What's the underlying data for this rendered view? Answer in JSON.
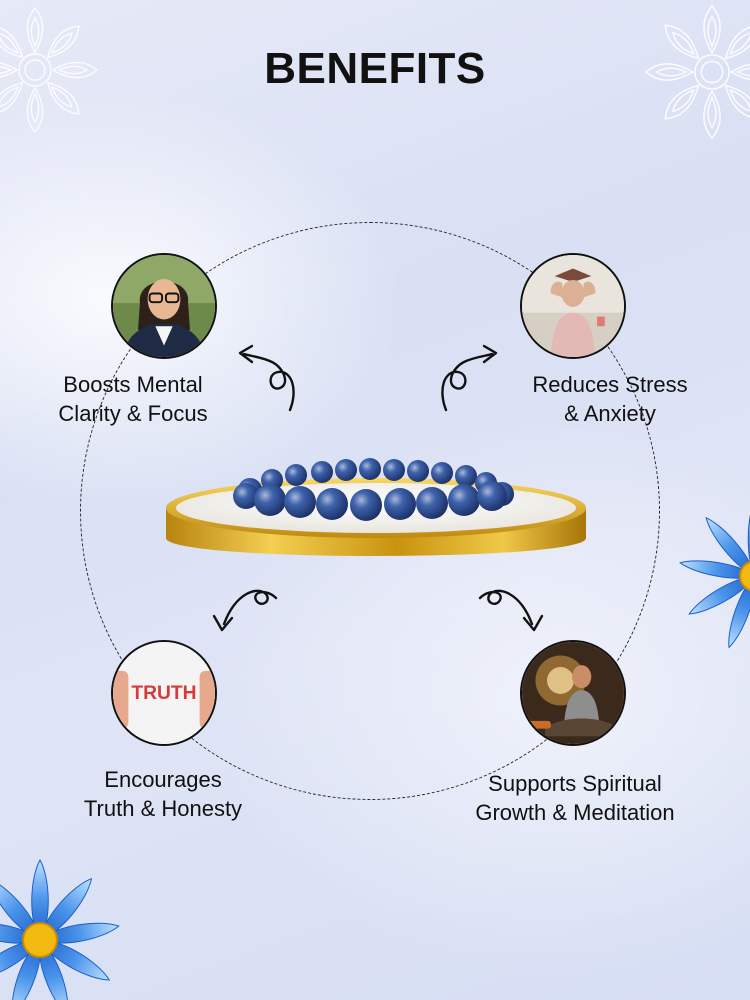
{
  "title": "BENEFITS",
  "benefits": [
    {
      "line1": "Boosts Mental",
      "line2": "Clarity & Focus"
    },
    {
      "line1": "Reduces Stress",
      "line2": "& Anxiety"
    },
    {
      "line1": "Encourages",
      "line2": "Truth & Honesty"
    },
    {
      "line1": "Supports Spiritual",
      "line2": "Growth & Meditation"
    }
  ],
  "truth_card_text": "TRUTH",
  "icons": [
    "mandala-icon",
    "flower-icon",
    "curly-arrow-icon"
  ],
  "colors": {
    "title": "#111111",
    "flower": "#2f7de0",
    "flower_center": "#f2b90f",
    "gold": "#d9a318",
    "bead": "#2d4f9a"
  }
}
